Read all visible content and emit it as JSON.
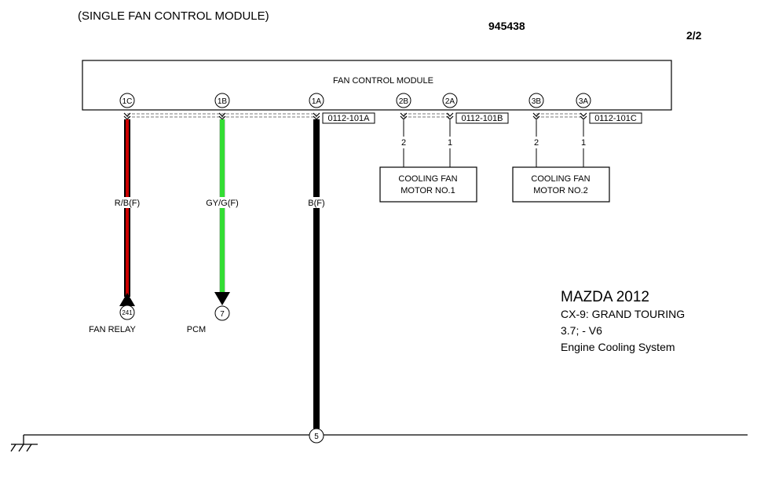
{
  "header": {
    "subtitle": "(SINGLE FAN CONTROL MODULE)",
    "diagram_id": "945438",
    "page": "2/2"
  },
  "module": {
    "name": "FAN CONTROL MODULE",
    "pins": [
      "1C",
      "1B",
      "1A",
      "2B",
      "2A",
      "3B",
      "3A"
    ]
  },
  "connectors": {
    "a": "0112-101A",
    "b": "0112-101B",
    "c": "0112-101C"
  },
  "motors": [
    {
      "line1": "COOLING FAN",
      "line2": "MOTOR NO.1",
      "pin_left": "2",
      "pin_right": "1"
    },
    {
      "line1": "COOLING FAN",
      "line2": "MOTOR NO.2",
      "pin_left": "2",
      "pin_right": "1"
    }
  ],
  "wires": {
    "rb": {
      "label": "R/B(F)",
      "colors": [
        "#cc0000",
        "#000000"
      ]
    },
    "gyg": {
      "label": "GY/G(F)",
      "colors": [
        "#33dd33",
        "#cccccc"
      ]
    },
    "b": {
      "label": "B(F)",
      "colors": [
        "#000000"
      ]
    }
  },
  "destinations": {
    "fan_relay": {
      "ref": "241",
      "label": "FAN RELAY"
    },
    "pcm": {
      "ref": "7",
      "label": "PCM"
    },
    "ground": {
      "ref": "5"
    }
  },
  "vehicle_info": {
    "make_year": "MAZDA 2012",
    "model": "CX-9: GRAND TOURING",
    "engine": "3.7; - V6",
    "system": "Engine Cooling System"
  },
  "icons": {
    "ground": "ground-symbol-icon"
  }
}
